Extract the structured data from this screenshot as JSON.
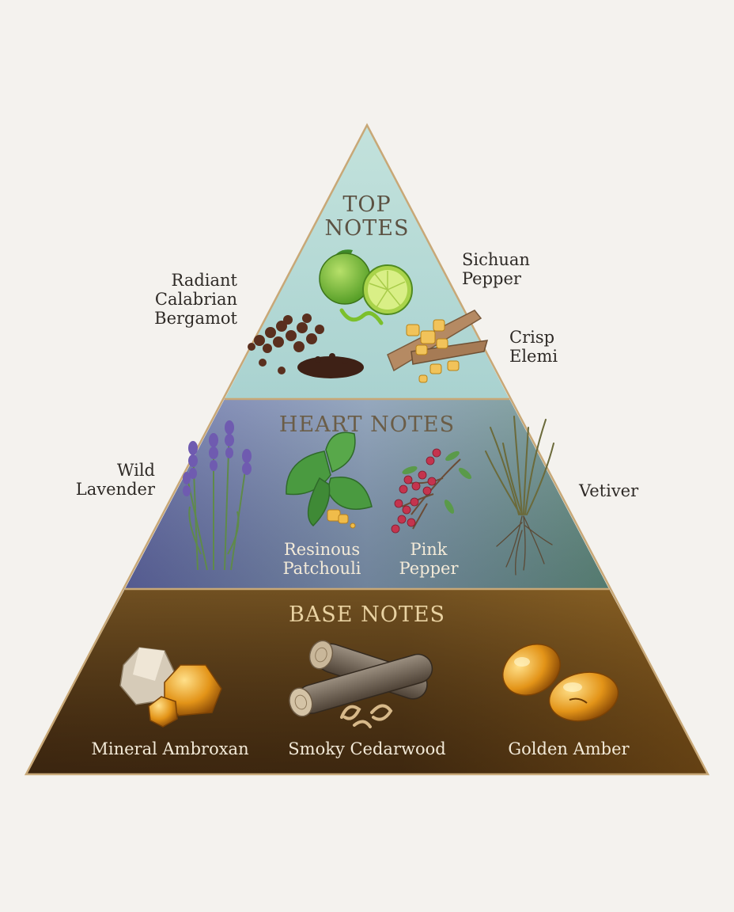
{
  "tiers": {
    "top": {
      "title_lines": [
        "TOP",
        "NOTES"
      ],
      "notes": [
        {
          "lines": [
            "Radiant",
            "Calabrian",
            "Bergamot"
          ]
        },
        {
          "lines": [
            "Sichuan",
            "Pepper"
          ]
        },
        {
          "lines": [
            "Crisp",
            "Elemi"
          ]
        }
      ]
    },
    "heart": {
      "title": "HEART NOTES",
      "notes": [
        {
          "lines": [
            "Wild",
            "Lavender"
          ]
        },
        {
          "lines": [
            "Resinous",
            "Patchouli"
          ]
        },
        {
          "lines": [
            "Pink",
            "Pepper"
          ]
        },
        {
          "lines": [
            "Vetiver"
          ]
        }
      ]
    },
    "base": {
      "title": "BASE NOTES",
      "notes": [
        {
          "label": "Mineral Ambroxan"
        },
        {
          "label": "Smoky Cedarwood"
        },
        {
          "label": "Golden Amber"
        }
      ]
    }
  },
  "colors": {
    "background": "#f4f2ee",
    "frame": "#c8a877",
    "top_tier": "#bfded9",
    "heart_tier": "#6f78a8",
    "base_tier": "#5a3a18",
    "title_top": "#5b5142",
    "title_heart": "#6b5d47",
    "title_base": "#e9d2a2"
  }
}
